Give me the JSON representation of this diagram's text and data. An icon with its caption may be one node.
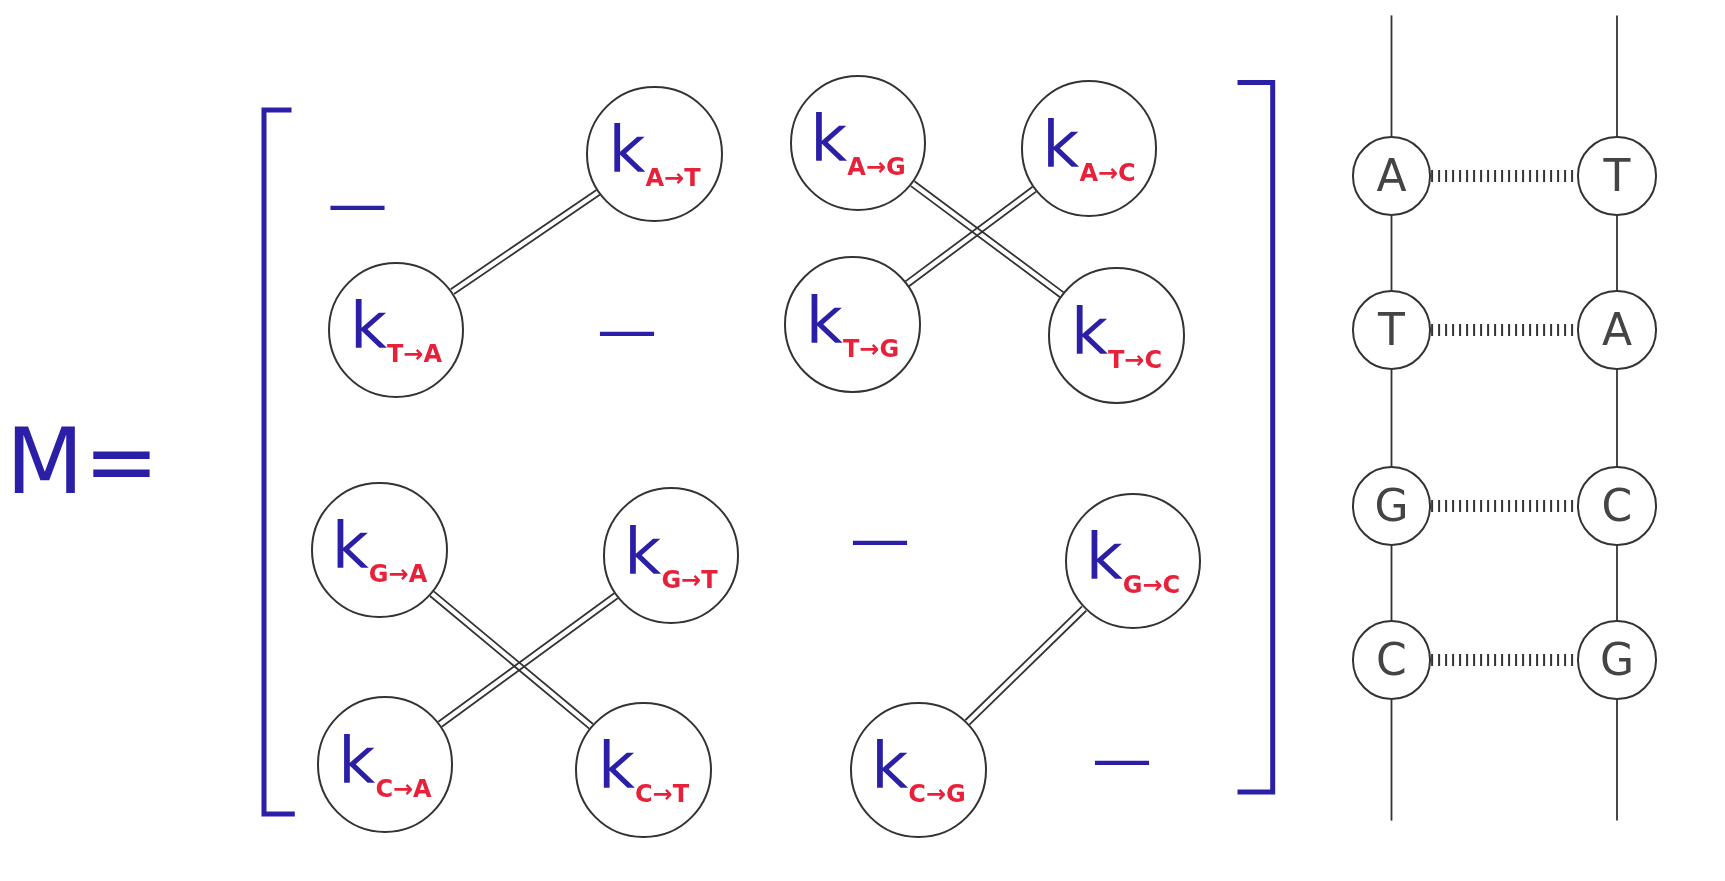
{
  "diagram": {
    "nodes": [
      {
        "text": [
          "k$_{A→T}$"
        ]
      },
      {
        "text": [
          "k$_{A→G}$"
        ]
      },
      {
        "text": [
          "k$_{A→C}$"
        ]
      },
      {
        "text": [
          "k$_{T→A}$"
        ]
      },
      {
        "text": [
          "k$_{T→G}$"
        ]
      },
      {
        "text": [
          "k$_{T→C}$"
        ]
      },
      {
        "text": [
          "k$_{G→A}$"
        ]
      },
      {
        "text": [
          "k$_{G→T}$"
        ]
      },
      {
        "text": [
          "k$_{G→C}$"
        ]
      },
      {
        "text": [
          "k$_{C→A}$"
        ]
      },
      {
        "text": [
          "k$_{C→T}$"
        ]
      },
      {
        "text": [
          "k$_{C→G}$"
        ]
      },
      {
        "text": [
          "A"
        ]
      },
      {
        "text": [
          "T"
        ]
      },
      {
        "text": [
          "T"
        ]
      },
      {
        "text": [
          "A"
        ]
      },
      {
        "text": [
          "G"
        ]
      },
      {
        "text": [
          "C"
        ]
      },
      {
        "text": [
          "C"
        ]
      },
      {
        "text": [
          "G"
        ]
      }
    ],
    "edges": [
      {
        "from": 0,
        "to": 3,
        "arrow": "none"
      },
      {
        "from": 1,
        "to": 5,
        "arrow": "none"
      },
      {
        "from": 2,
        "to": 4,
        "arrow": "none"
      },
      {
        "from": 6,
        "to": 10,
        "arrow": "none"
      },
      {
        "from": 7,
        "to": 9,
        "arrow": "none"
      },
      {
        "from": 8,
        "to": 11,
        "arrow": "none"
      },
      {
        "from": 12,
        "to": 13,
        "arrow": "none",
        "style": "dashed"
      },
      {
        "from": 14,
        "to": 15,
        "arrow": "none",
        "style": "dashed"
      },
      {
        "from": 16,
        "to": 17,
        "arrow": "none",
        "style": "dashed"
      },
      {
        "from": 18,
        "to": 19,
        "arrow": "none",
        "style": "dashed"
      },
      {
        "from": null,
        "to": 12,
        "arrow": "none"
      },
      {
        "from": 12,
        "to": 14,
        "arrow": "none"
      },
      {
        "from": 14,
        "to": 16,
        "arrow": "none"
      },
      {
        "from": 16,
        "to": 18,
        "arrow": "none"
      },
      {
        "from": 18,
        "to": null,
        "arrow": "none"
      },
      {
        "from": null,
        "to": 13,
        "arrow": "none"
      },
      {
        "from": 13,
        "to": 15,
        "arrow": "none"
      },
      {
        "from": 15,
        "to": 17,
        "arrow": "none"
      },
      {
        "from": 17,
        "to": 19,
        "arrow": "none"
      },
      {
        "from": 19,
        "to": null,
        "arrow": "none"
      }
    ],
    "labels": [
      "—",
      "—",
      "M=",
      "—",
      "—"
    ]
  }
}
